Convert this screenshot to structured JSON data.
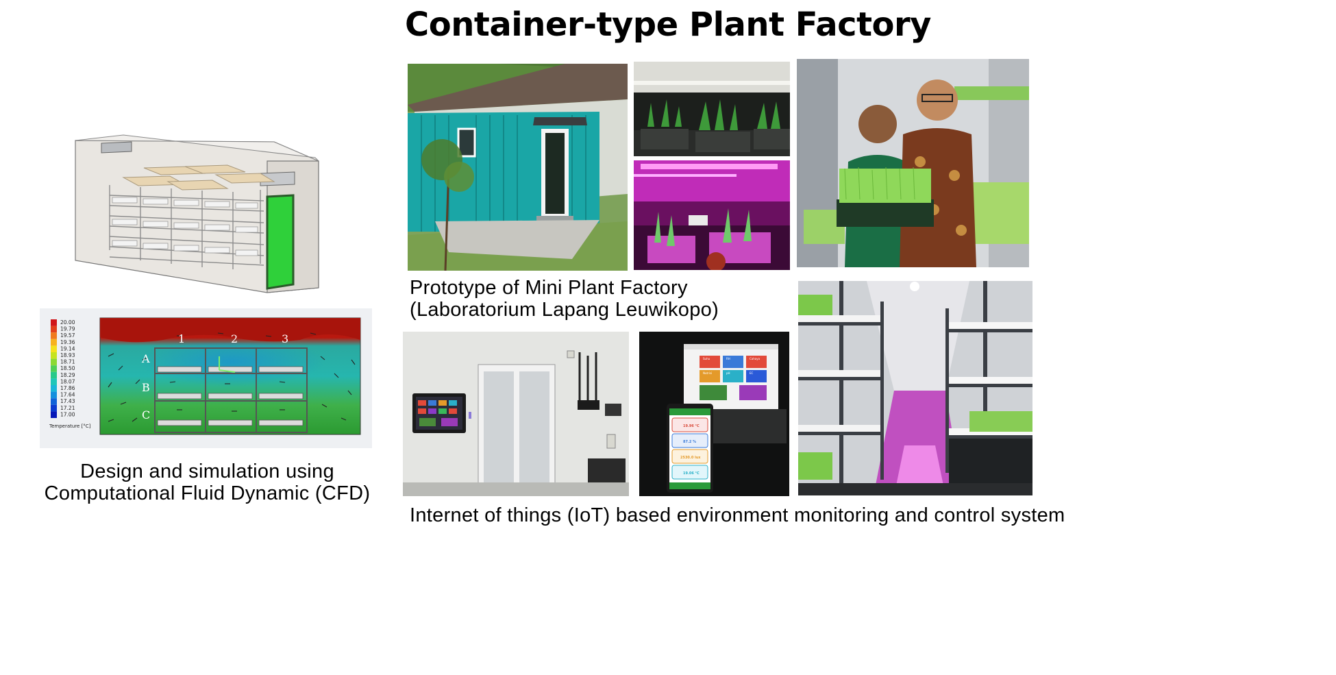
{
  "title": "Container-type Plant Factory",
  "captions": {
    "cfd_line1": "Design and simulation using",
    "cfd_line2": "Computational Fluid Dynamic (CFD)",
    "prototype_line1": "Prototype of Mini Plant Factory",
    "prototype_line2": "(Laboratorium Lapang Leuwikopo)",
    "iot": "Internet of things (IoT) based environment monitoring and control system"
  },
  "cfd": {
    "legend_values": [
      "20.00",
      "19.79",
      "19.57",
      "19.36",
      "19.14",
      "18.93",
      "18.71",
      "18.50",
      "18.29",
      "18.07",
      "17.86",
      "17.64",
      "17.43",
      "17.21",
      "17.00"
    ],
    "legend_colors": [
      "#d0161a",
      "#e2401c",
      "#f07a1e",
      "#f7b21f",
      "#f4e11e",
      "#c6e31f",
      "#8bd933",
      "#4fcf56",
      "#27c98a",
      "#1fc6b8",
      "#1ab6d8",
      "#148fdd",
      "#1063d8",
      "#0b3bcf",
      "#0618b8"
    ],
    "legend_title": "Temperature [°C]",
    "columns": [
      "1",
      "2",
      "3"
    ],
    "rows": [
      "A",
      "B",
      "C"
    ]
  },
  "tablet_screen": {
    "cards": [
      "Suhu",
      "RH",
      "Cahaya",
      "Nutrisi",
      "pH",
      "EC"
    ],
    "readings": [
      "19.96 °C",
      "87.2 %",
      "2530.0 lux",
      "19.06 °C"
    ]
  },
  "colors": {
    "container": "#1aa6a6",
    "door": "#2fd03a",
    "led_magenta": "#e030d8"
  }
}
